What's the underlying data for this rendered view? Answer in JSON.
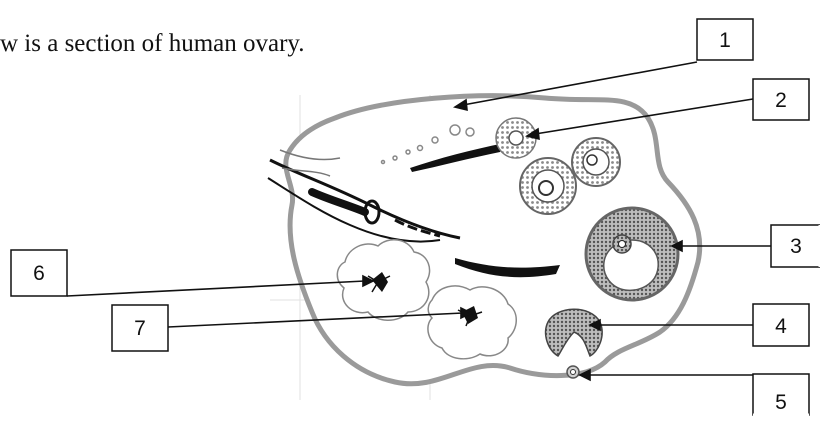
{
  "question": {
    "caption": "w is a section of human ovary."
  },
  "diagram": {
    "labels": [
      "1",
      "2",
      "3",
      "4",
      "5",
      "6",
      "7"
    ]
  }
}
